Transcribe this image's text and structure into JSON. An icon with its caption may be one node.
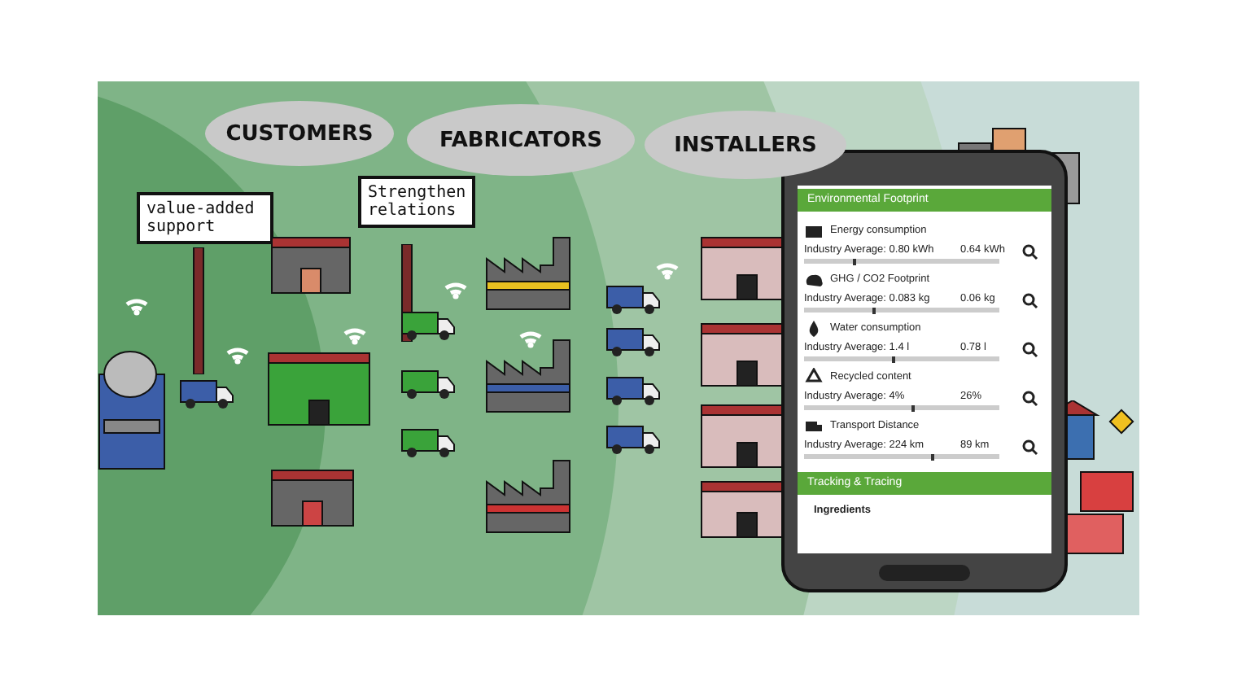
{
  "diagram": {
    "nodes": [
      {
        "text": [
          "CUSTOMERS"
        ]
      },
      {
        "text": [
          "FABRICATORS"
        ]
      },
      {
        "text": [
          "INSTALLERS"
        ]
      },
      {
        "text": [
          "value-added support"
        ]
      },
      {
        "text": [
          "Strengthen relations"
        ]
      }
    ],
    "edges": [],
    "labels": [
      "Environmental Footprint",
      "Energy consumption",
      "Industry Average: 0.80 kWh",
      "0.64 kWh",
      "GHG / CO2 Footprint",
      "Industry Average: 0.083 kg",
      "0.06 kg",
      "Water consumption",
      "Industry Average: 1.4 l",
      "0.78 l",
      "Recycled content",
      "Industry Average: 4%",
      "26%",
      "Transport Distance",
      "Industry Average: 224 km",
      "89 km",
      "Tracking & Tracing",
      "Ingredients"
    ]
  }
}
